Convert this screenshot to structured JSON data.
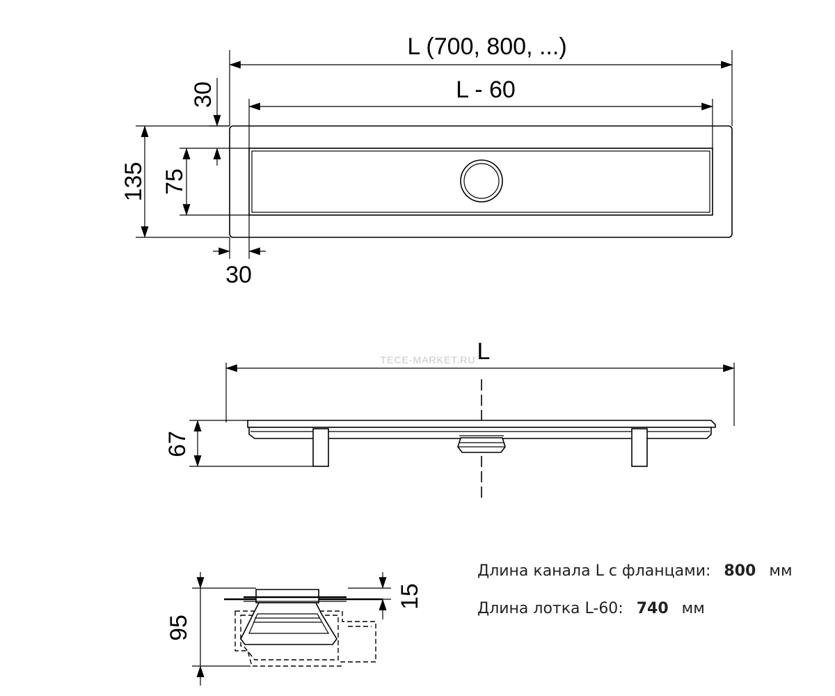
{
  "top_view": {
    "dim_overall_length": "L (700, 800, ...)",
    "dim_inner_length": "L - 60",
    "dim_total_width": "135",
    "dim_inner_width": "75",
    "dim_top_offset": "30",
    "dim_side_offset": "30"
  },
  "side_view": {
    "dim_length": "L",
    "dim_height": "67",
    "watermark": "TECE-MARKET.RU"
  },
  "section_view": {
    "dim_depth": "95",
    "dim_flange": "15"
  },
  "specs": [
    {
      "label": "Длина канала L с фланцами:",
      "value": "800",
      "unit": "мм"
    },
    {
      "label": "Длина лотка L-60:",
      "value": "740",
      "unit": "мм"
    }
  ]
}
